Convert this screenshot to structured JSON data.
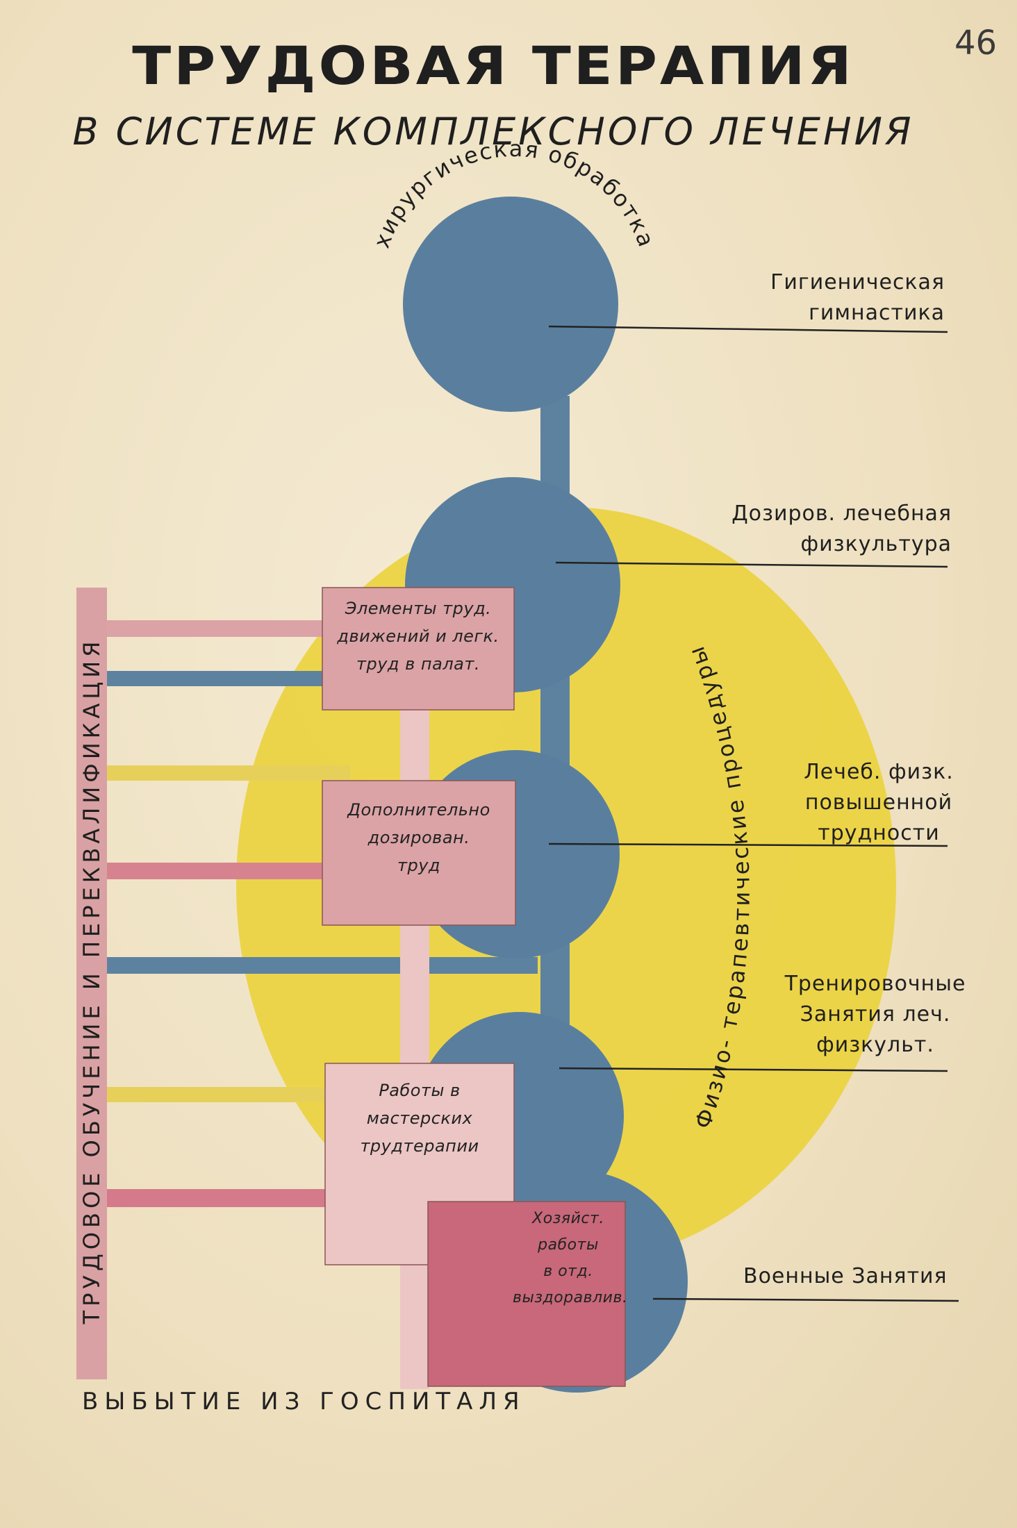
{
  "page_number": "46",
  "title": "ТРУДОВАЯ ТЕРАПИЯ",
  "subtitle": "В СИСТЕМЕ КОМПЛЕКСНОГО ЛЕЧЕНИЯ",
  "arc_top_label": "хирургическая обработка",
  "vertical_left_label": "ТРУДОВОЕ ОБУЧЕНИЕ И ПЕРЕКВАЛИФИКАЦИЯ",
  "yellow_label": "Физио- терапевтические процедуры",
  "right_labels": [
    {
      "lines": [
        "Гигиеническая",
        "гимнастика"
      ]
    },
    {
      "lines": [
        "Дозиров. лечебная",
        "физкультура"
      ]
    },
    {
      "lines": [
        "Лечеб. физк.",
        "повышенной",
        "трудности"
      ]
    },
    {
      "lines": [
        "Тренировочные",
        "Занятия леч.",
        "физкульт."
      ]
    },
    {
      "lines": [
        "Военные Занятия"
      ]
    }
  ],
  "boxes": [
    {
      "lines": [
        "Элементы труд.",
        "движений и легк.",
        "труд в палат."
      ]
    },
    {
      "lines": [
        "Дополнительно",
        "дозирован.",
        "труд"
      ]
    },
    {
      "lines": [
        "Работы в",
        "мастерских",
        "трудтерапии"
      ]
    },
    {
      "lines": [
        "Хозяйст.",
        "работы",
        "в отд.",
        "выздоравлив."
      ]
    }
  ],
  "bottom_label": "ВЫБЫТИЕ ИЗ ГОСПИТАЛЯ",
  "colors": {
    "blue": "#5a7f9e",
    "yellow": "#ecd23f",
    "pink": "#dba3a6",
    "pink_light": "#ebc6c4",
    "crimson": "#c8687a"
  }
}
